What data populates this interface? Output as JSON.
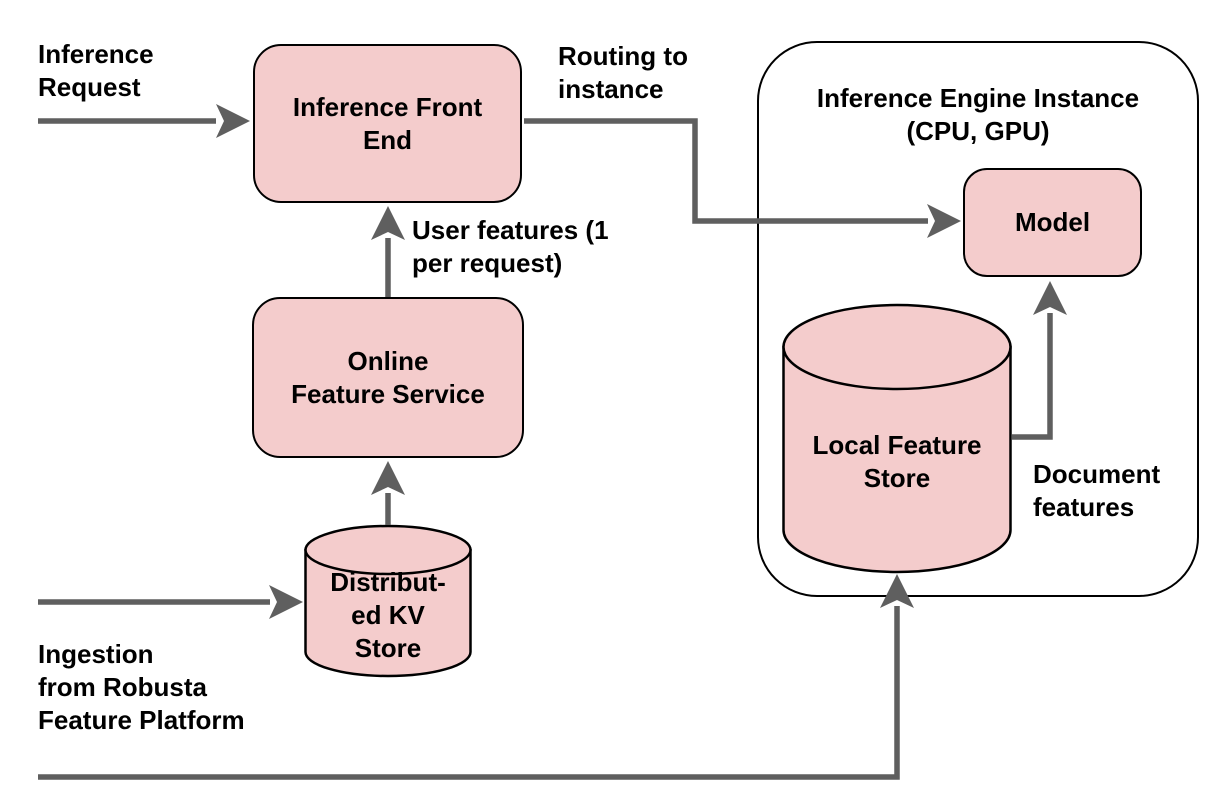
{
  "colors": {
    "node_fill": "#f4cccc",
    "node_border": "#000000",
    "connector": "#5f5f5f",
    "text": "#000000",
    "background": "#ffffff"
  },
  "container": {
    "title": "Inference Engine Instance\n(CPU, GPU)"
  },
  "nodes": {
    "inference_front_end": "Inference Front\nEnd",
    "online_feature_service": "Online\nFeature Service",
    "distributed_kv_store": "Distribut-\ned KV\nStore",
    "model": "Model",
    "local_feature_store": "Local Feature\nStore"
  },
  "edge_labels": {
    "inference_request": "Inference\nRequest",
    "routing_to_instance": "Routing to\ninstance",
    "user_features": "User features (1\nper request)",
    "ingestion": "Ingestion\nfrom Robusta\nFeature Platform",
    "document_features": "Document\nfeatures"
  }
}
